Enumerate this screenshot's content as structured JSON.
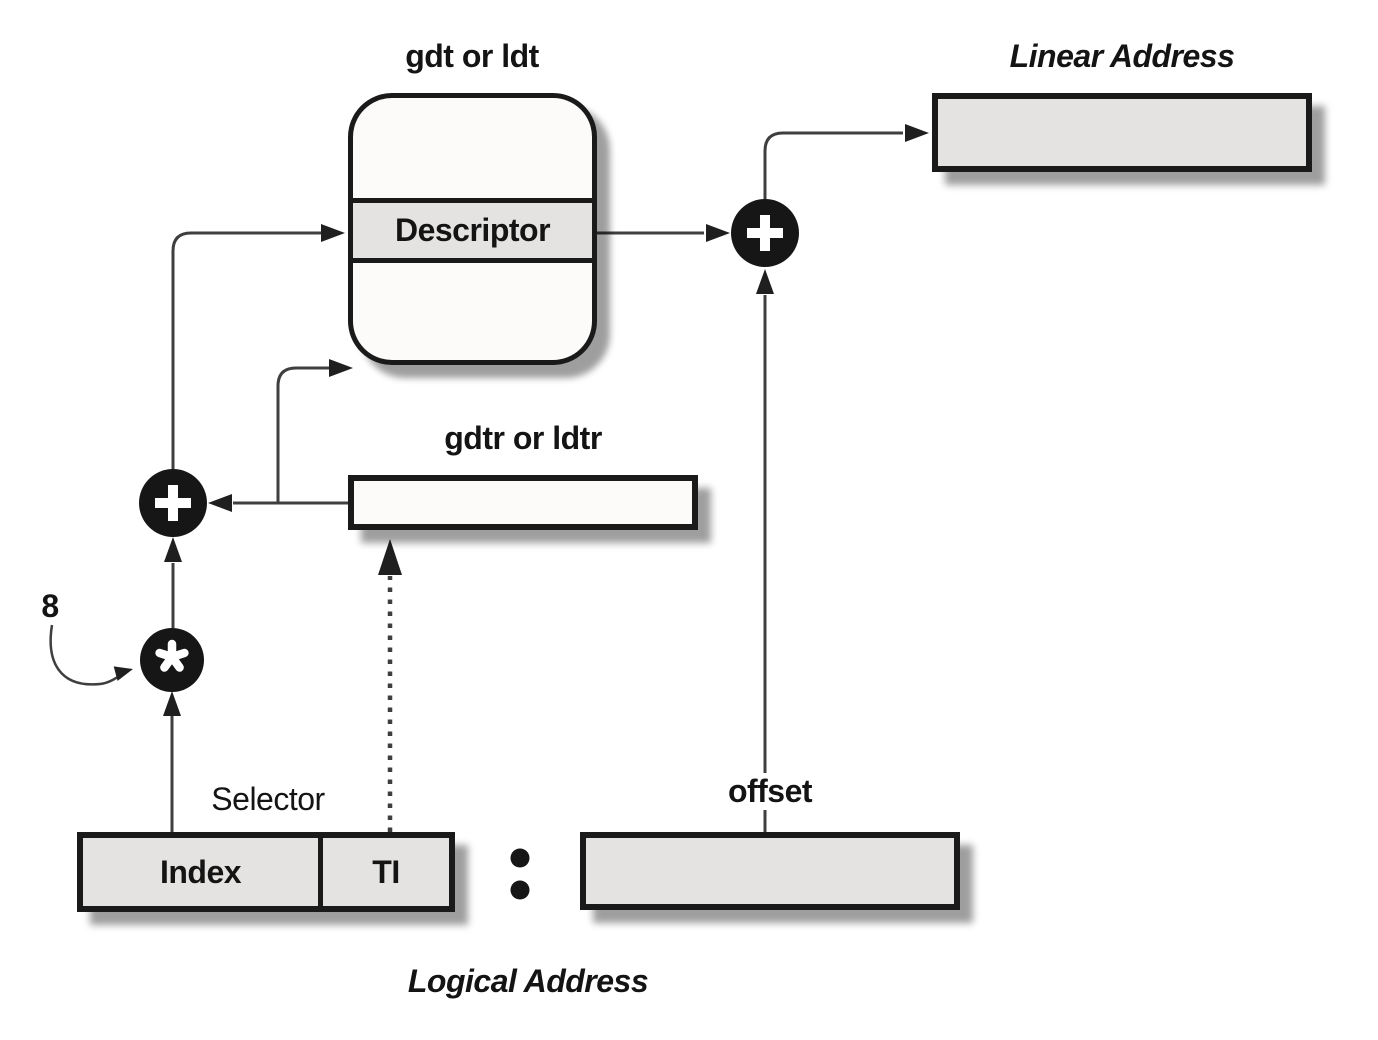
{
  "diagram": {
    "labels": {
      "gdt_or_ldt": "gdt or ldt",
      "descriptor": "Descriptor",
      "linear_address": "Linear Address",
      "gdtr_or_ldtr": "gdtr or ldtr",
      "selector": "Selector",
      "index": "Index",
      "ti": "TI",
      "offset": "offset",
      "logical_address": "Logical Address",
      "multiplier": "8"
    },
    "icons": {
      "plus": "+",
      "multiply": "*",
      "separator": ":"
    },
    "colors": {
      "background": "#ffffff",
      "box_border": "#1a1a1a",
      "box_fill_gray": "#e4e3e1",
      "box_fill_white": "#fcfbf9",
      "operator_node_fill": "#161616",
      "wire": "#3f3f3f",
      "text": "#141414",
      "shadow": "rgba(0,0,0,0.38)"
    }
  }
}
